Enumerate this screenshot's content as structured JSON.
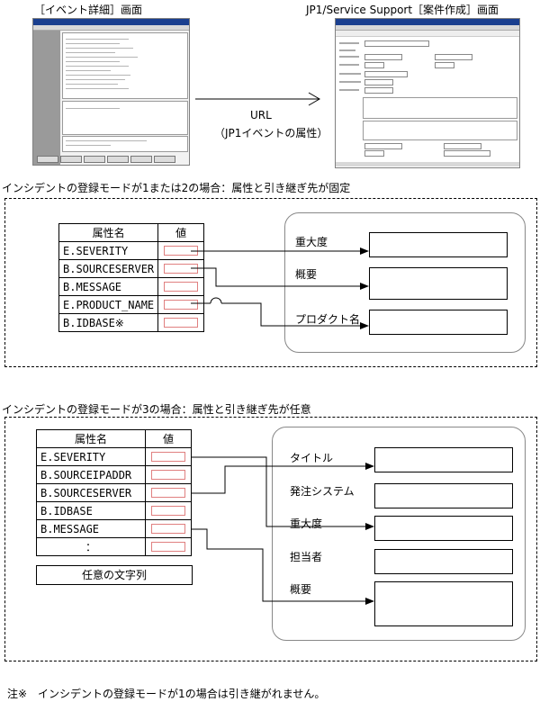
{
  "top": {
    "left_caption": "［イベント詳細］画面",
    "right_caption": "JP1/Service Support［案件作成］画面",
    "arrow_label_1": "URL",
    "arrow_label_2": "（JP1イベントの属性）"
  },
  "section1": {
    "heading": "インシデントの登録モードが1または2の場合：属性と引き継ぎ先が固定",
    "attr_header": "属性名",
    "value_header": "値",
    "attributes": [
      "E.SEVERITY",
      "B.SOURCESERVER",
      "B.MESSAGE",
      "E.PRODUCT_NAME",
      "B.IDBASE※"
    ],
    "targets": [
      "重大度",
      "概要",
      "プロダクト名"
    ]
  },
  "section2": {
    "heading": "インシデントの登録モードが3の場合：属性と引き継ぎ先が任意",
    "attr_header": "属性名",
    "value_header": "値",
    "attributes": [
      "E.SEVERITY",
      "B.SOURCEIPADDR",
      "B.SOURCESERVER",
      "B.IDBASE",
      "B.MESSAGE",
      "："
    ],
    "arbitrary_string": "任意の文字列",
    "targets": [
      "タイトル",
      "発注システム",
      "重大度",
      "担当者",
      "概要"
    ]
  },
  "footnote": "注※　インシデントの登録モードが1の場合は引き継がれません。",
  "colors": {
    "value_box": "#e08080",
    "title_bar": "#1a3f8f"
  }
}
